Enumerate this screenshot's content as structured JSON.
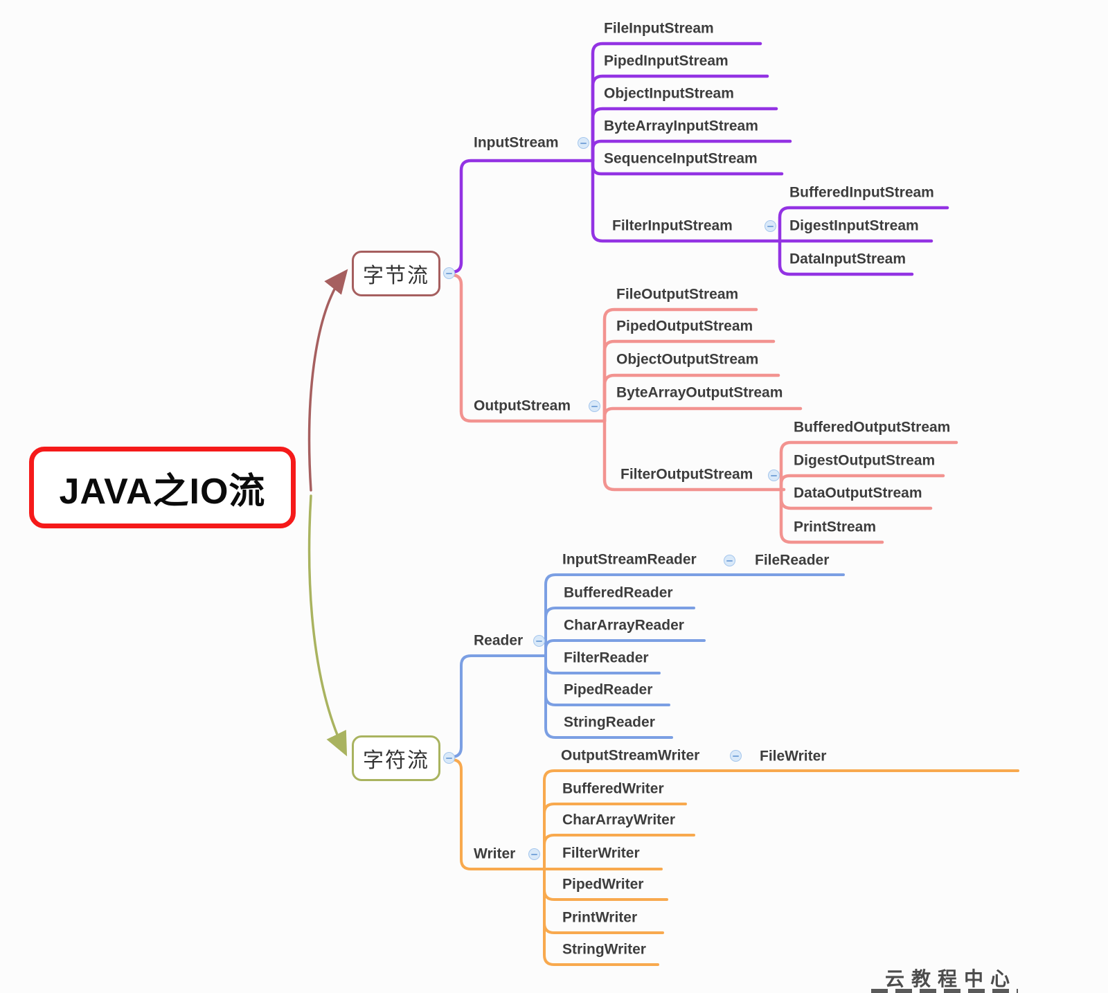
{
  "root": {
    "label": "JAVA之IO流"
  },
  "branches": {
    "byte_stream": {
      "label": "字节流",
      "input_stream": {
        "label": "InputStream",
        "children": [
          "FileInputStream",
          "PipedInputStream",
          "ObjectInputStream",
          "ByteArrayInputStream",
          "SequenceInputStream"
        ],
        "filter_input_stream": {
          "label": "FilterInputStream",
          "children": [
            "BufferedInputStream",
            "DigestInputStream",
            "DataInputStream"
          ]
        }
      },
      "output_stream": {
        "label": "OutputStream",
        "children": [
          "FileOutputStream",
          "PipedOutputStream",
          "ObjectOutputStream",
          "ByteArrayOutputStream"
        ],
        "filter_output_stream": {
          "label": "FilterOutputStream",
          "children": [
            "BufferedOutputStream",
            "DigestOutputStream",
            "DataOutputStream",
            "PrintStream"
          ]
        }
      }
    },
    "char_stream": {
      "label": "字符流",
      "reader": {
        "label": "Reader",
        "input_stream_reader": {
          "label": "InputStreamReader",
          "child": "FileReader"
        },
        "children": [
          "BufferedReader",
          "CharArrayReader",
          "FilterReader",
          "PipedReader",
          "StringReader"
        ]
      },
      "writer": {
        "label": "Writer",
        "output_stream_writer": {
          "label": "OutputStreamWriter",
          "child": "FileWriter"
        },
        "children": [
          "BufferedWriter",
          "CharArrayWriter",
          "FilterWriter",
          "PipedWriter",
          "PrintWriter",
          "StringWriter"
        ]
      }
    }
  },
  "watermark": {
    "text": "云教程中心"
  },
  "colors": {
    "purple": "#9333e3",
    "pink": "#f29390",
    "blue": "#7b9fe3",
    "orange": "#f8a94e",
    "brownred": "#a65f5f",
    "olive": "#a9b35f",
    "rootred": "#f51a1a"
  }
}
